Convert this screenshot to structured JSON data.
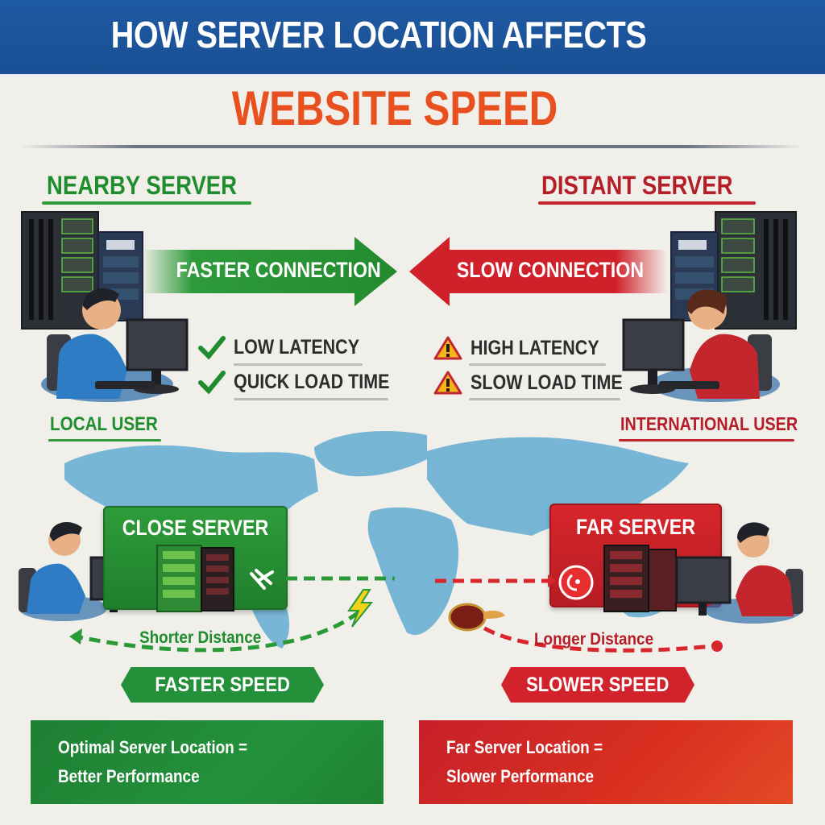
{
  "header": {
    "title": "HOW SERVER LOCATION AFFECTS",
    "subtitle": "WEBSITE SPEED"
  },
  "nearby": {
    "heading": "NEARBY SERVER",
    "arrow_label": "FASTER CONNECTION",
    "points": [
      {
        "icon": "check-icon",
        "text": "LOW LATENCY"
      },
      {
        "icon": "check-icon",
        "text": "QUICK LOAD TIME"
      }
    ],
    "user_label": "LOCAL USER",
    "color": "#1f8d2d"
  },
  "distant": {
    "heading": "DISTANT SERVER",
    "arrow_label": "SLOW CONNECTION",
    "points": [
      {
        "icon": "warning-icon",
        "text": "HIGH LATENCY"
      },
      {
        "icon": "warning-icon",
        "text": "SLOW LOAD TIME"
      }
    ],
    "user_label": "INTERNATIONAL USER",
    "color": "#b51d27"
  },
  "map": {
    "close": {
      "sign_title": "CLOSE SERVER",
      "distance_label": "Shorter Distance",
      "speed_label": "FASTER SPEED",
      "icon": "lightning-icon"
    },
    "far": {
      "sign_title": "FAR SERVER",
      "distance_label": "Longer Distance",
      "speed_label": "SLOWER SPEED"
    },
    "land_color": "#5fa8cf"
  },
  "footer": {
    "left": {
      "line1": "Optimal Server Location =",
      "line2": "Better Performance",
      "color": "#1e8b32"
    },
    "right": {
      "line1": "Far Server Location =",
      "line2": "Slower Performance",
      "color": "#d42a21"
    }
  },
  "colors": {
    "banner": "#1e5aa3",
    "subtitle": "#e8511f",
    "background": "#f1efea"
  }
}
